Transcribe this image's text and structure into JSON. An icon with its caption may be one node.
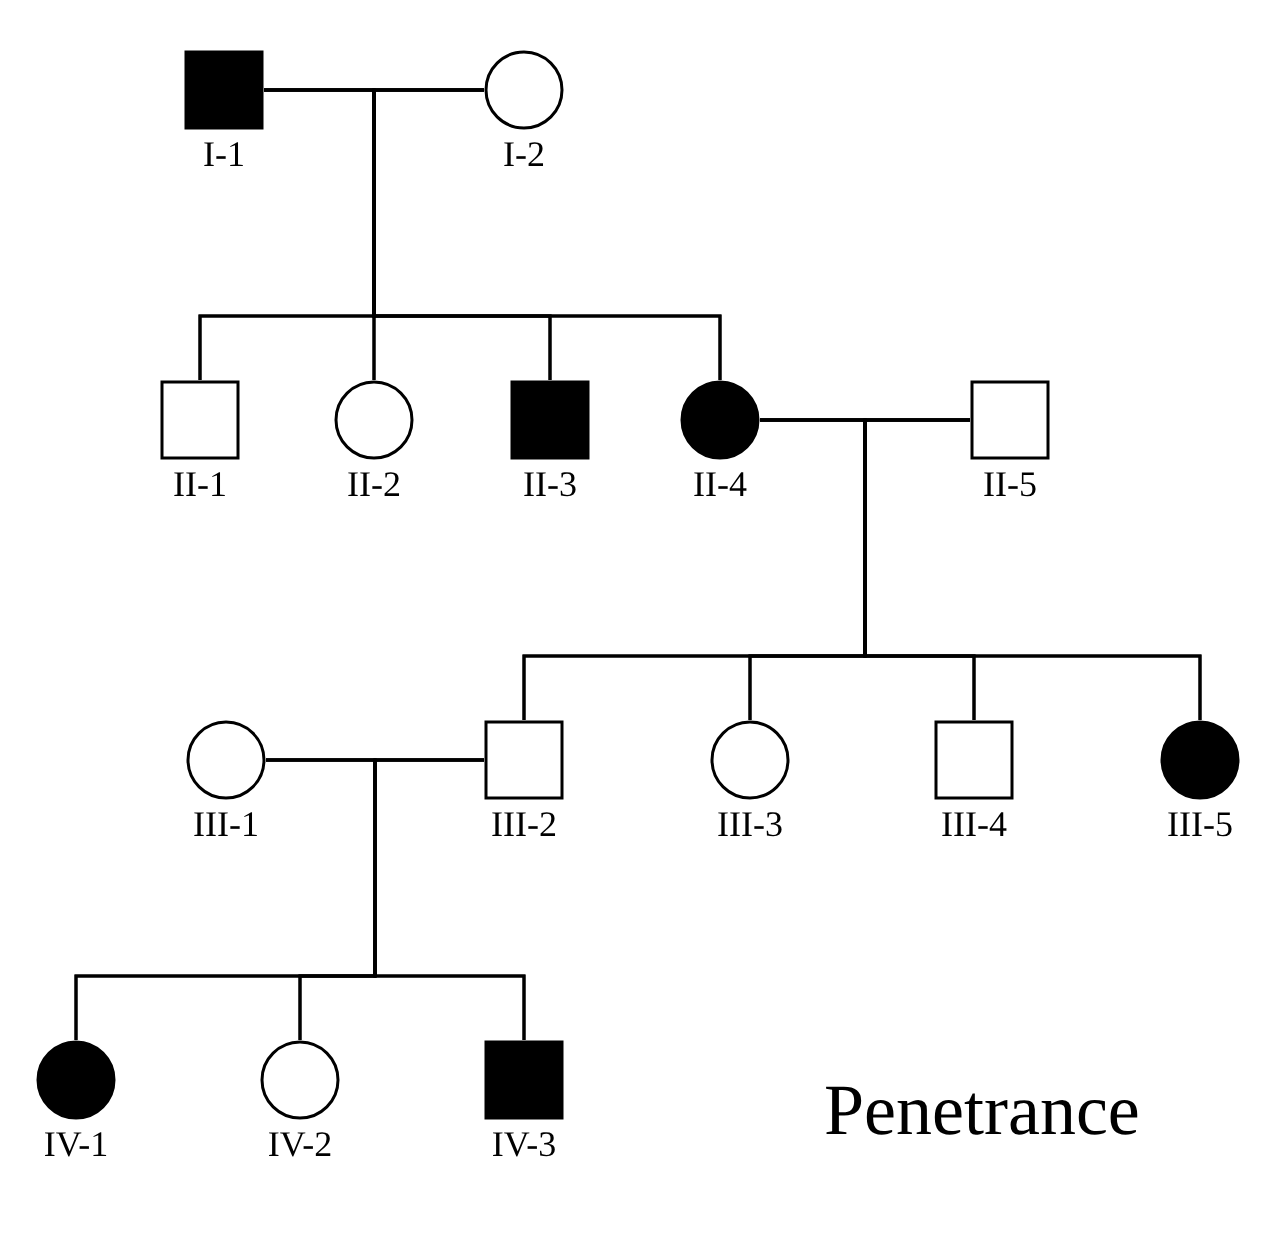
{
  "diagram": {
    "nodes": [
      {
        "text": [
          "I-1"
        ]
      },
      {
        "text": [
          "I-2"
        ]
      },
      {
        "text": [
          "II-1"
        ]
      },
      {
        "text": [
          "II-2"
        ]
      },
      {
        "text": [
          "II-3"
        ]
      },
      {
        "text": [
          "II-4"
        ]
      },
      {
        "text": [
          "II-5"
        ]
      },
      {
        "text": [
          "III-1"
        ]
      },
      {
        "text": [
          "III-2"
        ]
      },
      {
        "text": [
          "III-3"
        ]
      },
      {
        "text": [
          "III-4"
        ]
      },
      {
        "text": [
          "III-5"
        ]
      },
      {
        "text": [
          "IV-1"
        ]
      },
      {
        "text": [
          "IV-2"
        ]
      },
      {
        "text": [
          "IV-3"
        ]
      }
    ],
    "edges": [
      {
        "from": 0,
        "to": 1,
        "arrow": "none"
      },
      {
        "from": 0,
        "to": 2,
        "arrow": "none"
      },
      {
        "from": 1,
        "to": 2,
        "arrow": "none"
      },
      {
        "from": 0,
        "to": 3,
        "arrow": "none"
      },
      {
        "from": 1,
        "to": 3,
        "arrow": "none"
      },
      {
        "from": 0,
        "to": 4,
        "arrow": "none"
      },
      {
        "from": 1,
        "to": 4,
        "arrow": "none"
      },
      {
        "from": 0,
        "to": 5,
        "arrow": "none"
      },
      {
        "from": 1,
        "to": 5,
        "arrow": "none"
      },
      {
        "from": 5,
        "to": 6,
        "arrow": "none"
      },
      {
        "from": 5,
        "to": 8,
        "arrow": "none"
      },
      {
        "from": 6,
        "to": 8,
        "arrow": "none"
      },
      {
        "from": 5,
        "to": 9,
        "arrow": "none"
      },
      {
        "from": 6,
        "to": 9,
        "arrow": "none"
      },
      {
        "from": 5,
        "to": 10,
        "arrow": "none"
      },
      {
        "from": 6,
        "to": 10,
        "arrow": "none"
      },
      {
        "from": 5,
        "to": 11,
        "arrow": "none"
      },
      {
        "from": 6,
        "to": 11,
        "arrow": "none"
      },
      {
        "from": 7,
        "to": 8,
        "arrow": "none"
      },
      {
        "from": 7,
        "to": 12,
        "arrow": "none"
      },
      {
        "from": 8,
        "to": 12,
        "arrow": "none"
      },
      {
        "from": 7,
        "to": 13,
        "arrow": "none"
      },
      {
        "from": 8,
        "to": 13,
        "arrow": "none"
      },
      {
        "from": 7,
        "to": 14,
        "arrow": "none"
      },
      {
        "from": 8,
        "to": 14,
        "arrow": "none"
      }
    ],
    "labels": [
      "Penetrance"
    ]
  }
}
